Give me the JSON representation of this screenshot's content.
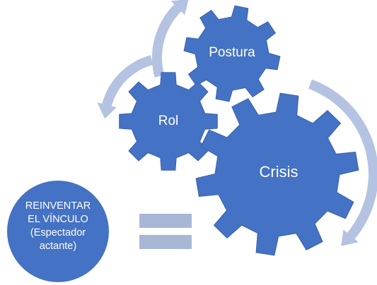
{
  "colors": {
    "gear_fill": "#4472C4",
    "gear_stroke": "#3A64B0",
    "arrow_fill": "#B4C3E1",
    "equals_fill": "#A9B6D6",
    "text": "#FFFFFF"
  },
  "gears": [
    {
      "id": "postura",
      "label": "Postura"
    },
    {
      "id": "rol",
      "label": "Rol"
    },
    {
      "id": "crisis",
      "label": "Crisis"
    }
  ],
  "arrows": [
    {
      "id": "top",
      "icon": "curved-arrow-up-icon"
    },
    {
      "id": "left",
      "icon": "curved-arrow-down-icon"
    },
    {
      "id": "right",
      "icon": "curved-arrow-down-icon"
    }
  ],
  "equals": {
    "icon": "equals-sign-icon"
  },
  "circle": {
    "lines": [
      "REINVENTAR",
      "EL VÍNCULO",
      "(Espectador",
      "actante)"
    ]
  }
}
